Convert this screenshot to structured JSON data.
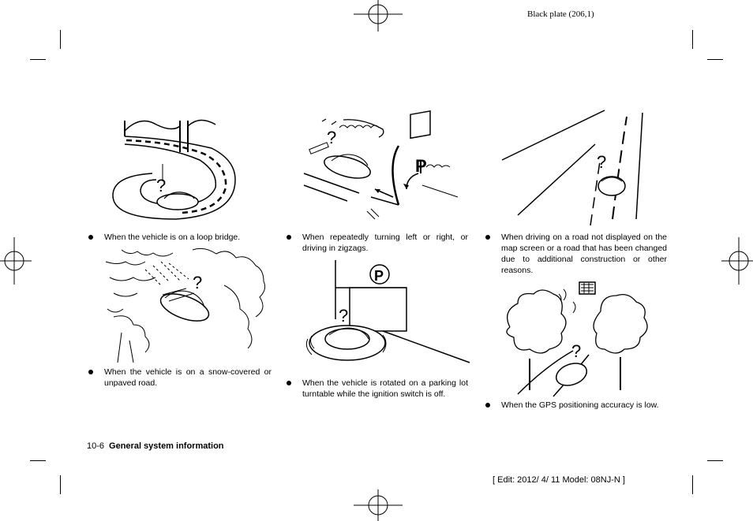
{
  "header": {
    "plate": "Black plate (206,1)"
  },
  "footer": {
    "page_number": "10-6",
    "section_title": "General system information",
    "edit_info": "[ Edit: 2012/ 4/ 11   Model:  08NJ-N ]"
  },
  "items": [
    {
      "text": "When the vehicle is on a loop bridge."
    },
    {
      "text": "When repeatedly turning left or right, or driving in zigzags."
    },
    {
      "text": "When driving on a road not displayed on the map screen or a road that has been changed due to additional construction or other reasons."
    },
    {
      "text": "When the vehicle is on a snow-covered or unpaved road."
    },
    {
      "text": "When the vehicle is rotated on a parking lot turntable while the ignition switch is off."
    },
    {
      "text": "When the GPS positioning accuracy is low."
    }
  ],
  "illustrations": {
    "unknown_mark": "?",
    "parking_sign": "P"
  }
}
